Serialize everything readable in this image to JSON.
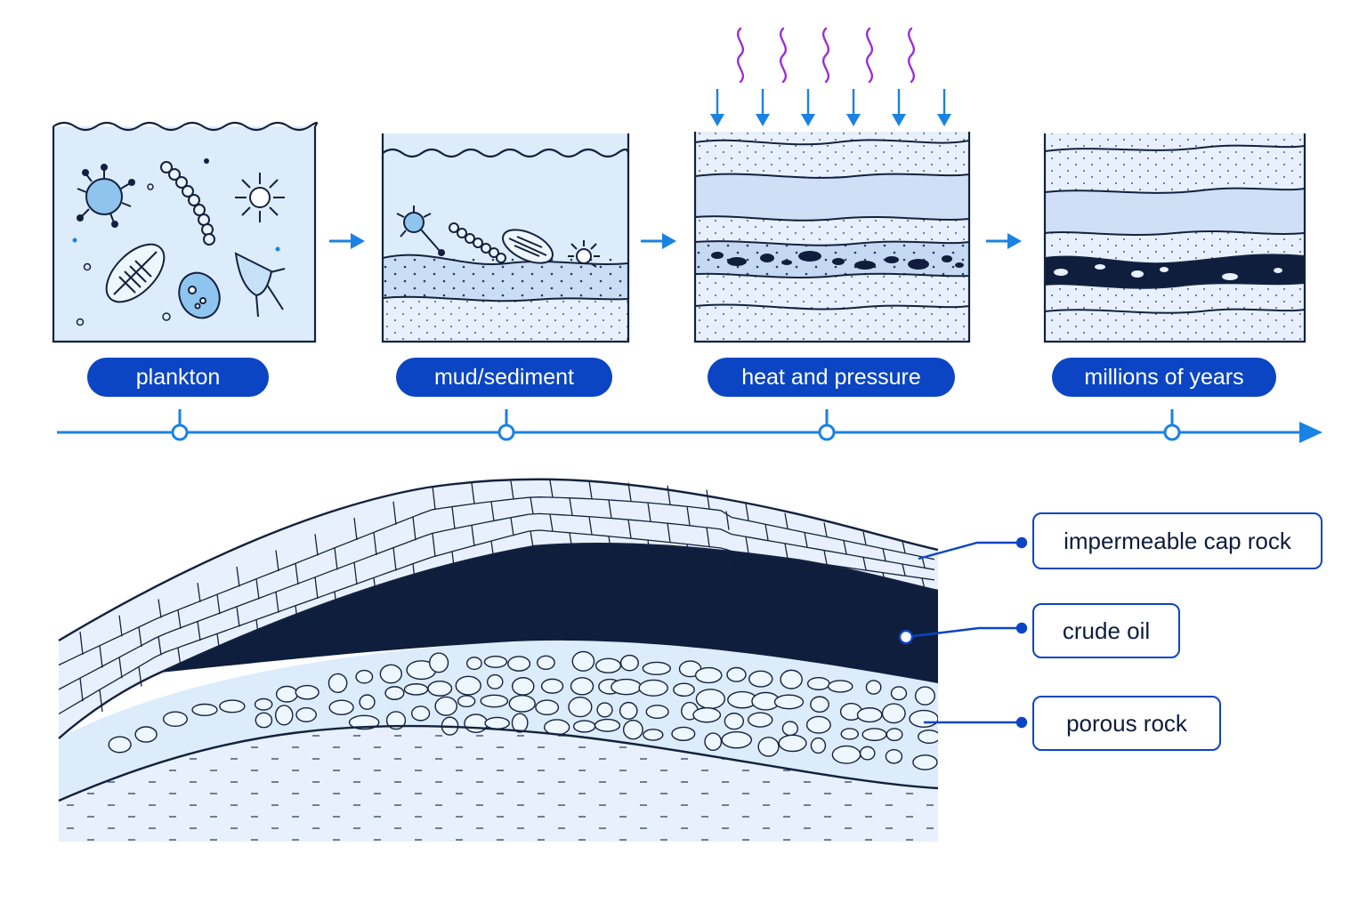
{
  "stages": [
    {
      "label": "plankton"
    },
    {
      "label": "mud/sediment"
    },
    {
      "label": "heat and pressure"
    },
    {
      "label": "millions of years"
    }
  ],
  "cross_section": {
    "labels": [
      {
        "label": "impermeable cap rock"
      },
      {
        "label": "crude oil"
      },
      {
        "label": "porous rock"
      }
    ]
  },
  "colors": {
    "accent": "#0b45c4",
    "timeline": "#1a82e2",
    "ink": "#13213f",
    "water": "#dcecfb",
    "sediment": "#e7f0fc",
    "oil": "#0f1e3d",
    "heat": "#9b2fd6"
  }
}
